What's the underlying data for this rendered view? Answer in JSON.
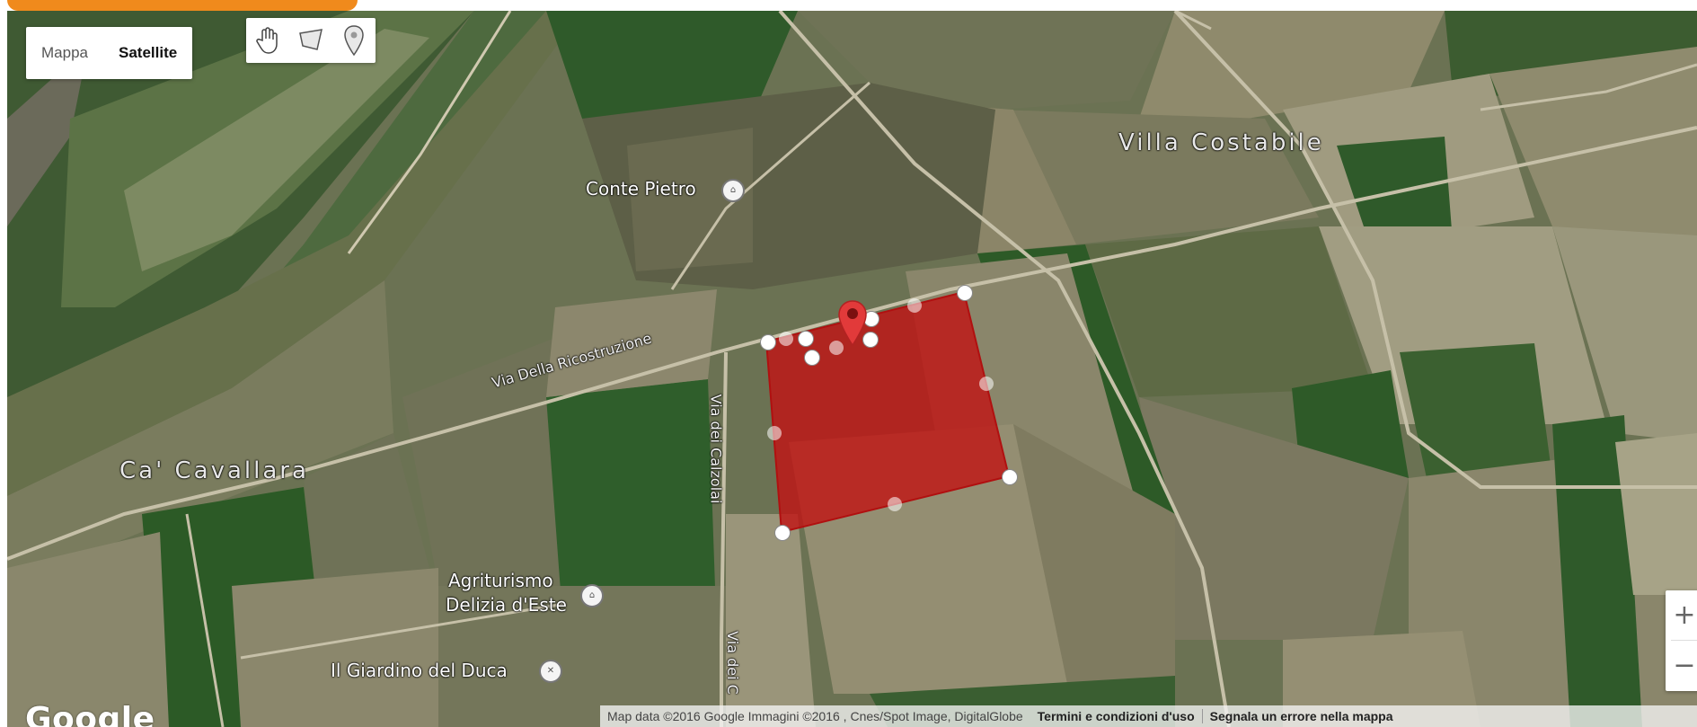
{
  "map": {
    "map_type_options": [
      {
        "label": "Mappa",
        "active": false
      },
      {
        "label": "Satellite",
        "active": true
      }
    ],
    "drawing_tools": [
      {
        "icon": "hand-pan-icon"
      },
      {
        "icon": "polygon-draw-icon"
      },
      {
        "icon": "marker-pin-icon"
      }
    ],
    "places": {
      "villa_costabile": "Villa Costabile",
      "ca_cavallara": "Ca' Cavallara",
      "conte_pietro": "Conte Pietro",
      "agriturismo_line1": "Agriturismo",
      "agriturismo_line2": "Delizia d'Este",
      "giardino_del_duca": "Il Giardino del Duca"
    },
    "streets": {
      "via_della_ricostruzione": "Via Della Ricostruzione",
      "via_dei_calzolai_1": "Via dei Calzolai",
      "via_dei_calzolai_2": "Via dei C"
    },
    "zoom": {
      "in": "+",
      "out": "−"
    },
    "logo": "Google",
    "attribution": {
      "text": "Map data ©2016 Google Immagini ©2016 , Cnes/Spot Image, DigitalGlobe",
      "terms": "Termini e condizioni d'uso",
      "report": "Segnala un errore nella mappa"
    },
    "polygon_fill": "#c01515",
    "accent_orange": "#f08a1c"
  }
}
